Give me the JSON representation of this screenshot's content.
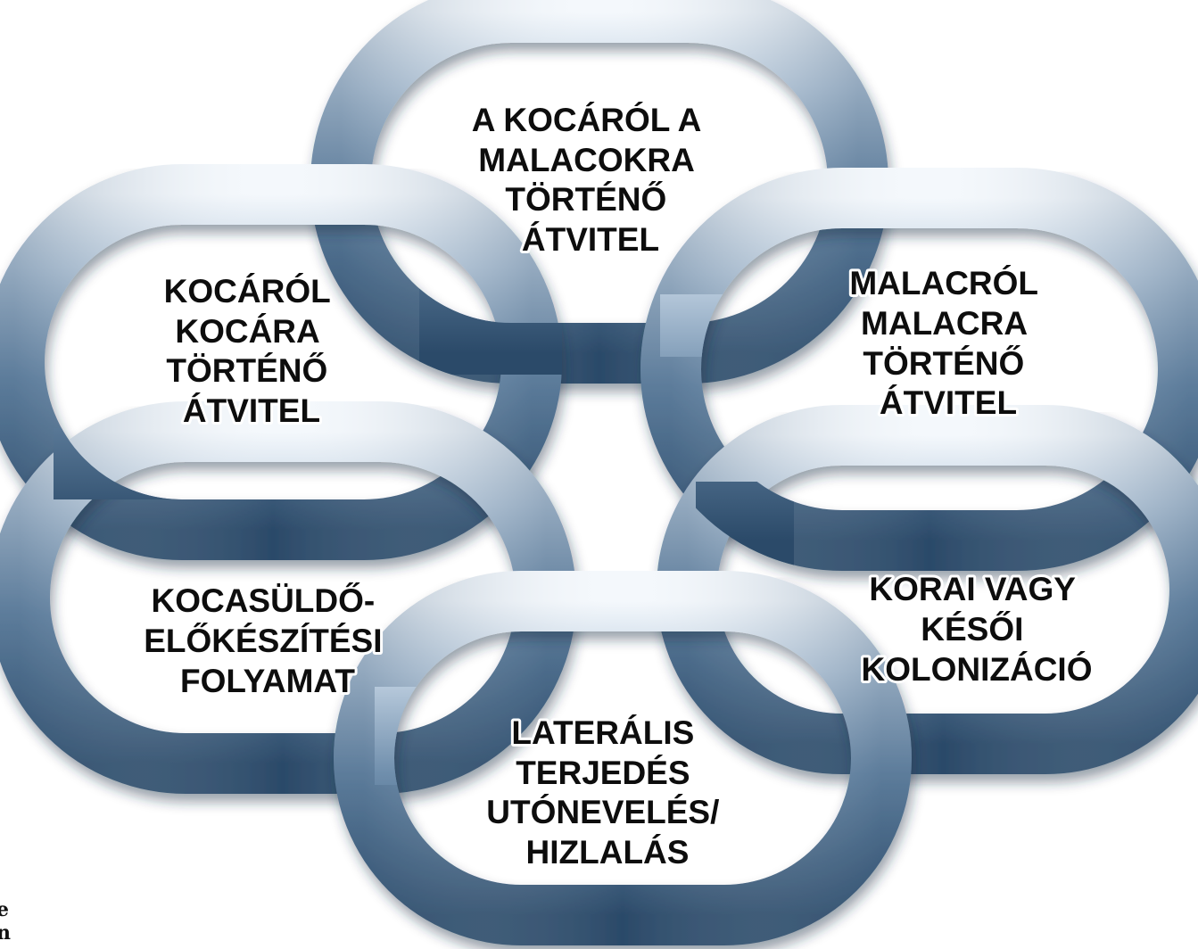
{
  "diagram": {
    "links": [
      {
        "id": "top",
        "lines": [
          "A KOCÁRÓL A",
          "MALACOKRA",
          "TÖRTÉNŐ",
          "ÁTVITEL"
        ]
      },
      {
        "id": "upper-left",
        "lines": [
          "KOCÁRÓL",
          "KOCÁRA",
          "TÖRTÉNŐ",
          "ÁTVITEL"
        ]
      },
      {
        "id": "upper-right",
        "lines": [
          "MALACRÓL",
          "MALACRA",
          "TÖRTÉNŐ",
          "ÁTVITEL"
        ]
      },
      {
        "id": "lower-left",
        "lines": [
          "KOCASÜLDŐ-",
          "ELŐKÉSZÍTÉSI",
          "FOLYAMAT"
        ]
      },
      {
        "id": "lower-right",
        "lines": [
          "KORAI VAGY",
          "KÉSŐI",
          "KOLONIZÁCIÓ"
        ]
      },
      {
        "id": "bottom",
        "lines": [
          "LATERÁLIS",
          "TERJEDÉS",
          "UTÓNEVELÉS/",
          "HIZLALÁS"
        ]
      }
    ],
    "edge_glyphs": [
      "e",
      "n"
    ],
    "colors": {
      "chain_dark": "#2e4d6b",
      "chain_mid": "#7f9ab5",
      "chain_light": "#e6eef6",
      "text": "#0d0d0d"
    }
  }
}
